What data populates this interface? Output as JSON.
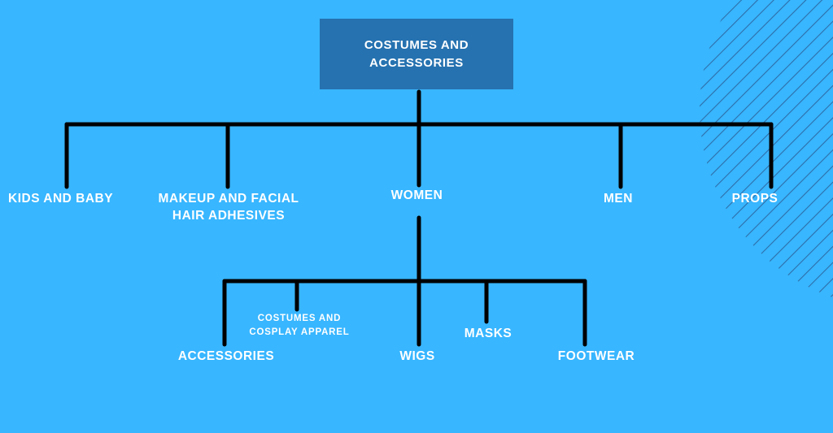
{
  "colors": {
    "background": "#38b6ff",
    "root_fill": "#2672b0",
    "connector": "#000000",
    "hatch": "#2e6ea8",
    "text": "#ffffff"
  },
  "root": {
    "label": "COSTUMES AND ACCESSORIES"
  },
  "level1": {
    "kids_and_baby": "KIDS AND BABY",
    "makeup_line1": "MAKEUP AND FACIAL",
    "makeup_line2": "HAIR ADHESIVES",
    "women": "WOMEN",
    "men": "MEN",
    "props": "PROPS"
  },
  "women_children": {
    "accessories": "ACCESSORIES",
    "costumes_line1": "COSTUMES AND",
    "costumes_line2": "COSPLAY APPAREL",
    "wigs": "WIGS",
    "masks": "MASKS",
    "footwear": "FOOTWEAR"
  }
}
